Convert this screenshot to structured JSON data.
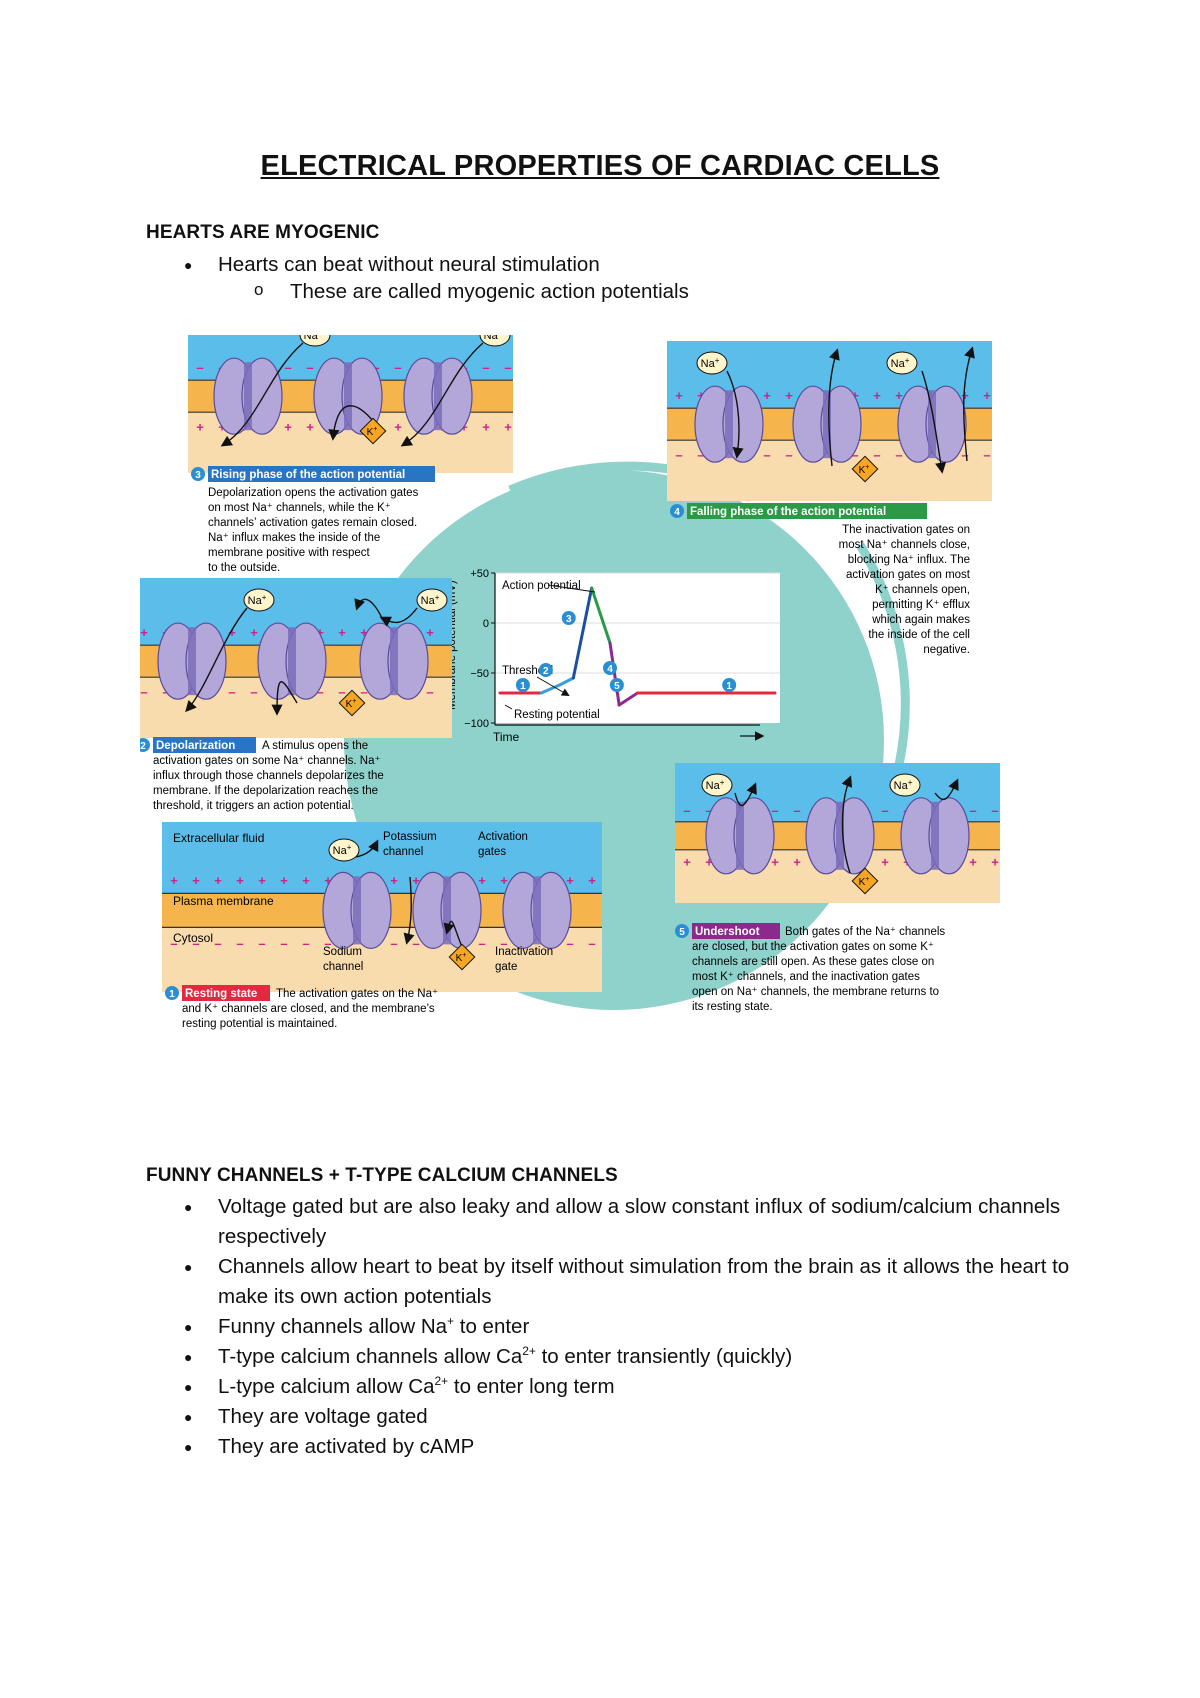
{
  "title": "ELECTRICAL PROPERTIES OF CARDIAC CELLS",
  "section1": {
    "heading": "HEARTS ARE MYOGENIC",
    "bullet": "Hearts can beat without neural stimulation",
    "sub_marker": "o",
    "sub_bullet": "These are called myogenic action potentials"
  },
  "figure": {
    "chart_data": {
      "type": "line",
      "xlabel": "Time",
      "ylabel": "Membrane potential (mV)",
      "ylim": [
        -100,
        50
      ],
      "yticks": [
        "+50",
        "0",
        "−50",
        "−100"
      ],
      "annotations": [
        "Action potential",
        "Threshold",
        "Resting potential"
      ],
      "series": [
        {
          "values": [
            [
              0,
              -70
            ],
            [
              0.9,
              -70
            ],
            [
              1.3,
              -62
            ],
            [
              1.6,
              -55
            ],
            [
              2.0,
              35
            ],
            [
              2.4,
              -20
            ],
            [
              2.6,
              -82
            ],
            [
              3.0,
              -70
            ],
            [
              6.0,
              -70
            ]
          ]
        }
      ]
    },
    "ion_labels": {
      "na": "Na",
      "k": "K",
      "plus": "+"
    },
    "panel1": {
      "number": "1",
      "heading": "Resting state",
      "desc": [
        "The activation gates on the Na⁺",
        "and K⁺ channels are closed, and the membrane’s",
        "resting potential is maintained."
      ],
      "labels": {
        "extracellular": "Extracellular fluid",
        "plasma": "Plasma membrane",
        "cytosol": "Cytosol",
        "potassium": [
          "Potassium",
          "channel"
        ],
        "activation": [
          "Activation",
          "gates"
        ],
        "sodium": [
          "Sodium",
          "channel"
        ],
        "inactivation": [
          "Inactivation",
          "gate"
        ]
      }
    },
    "panel2": {
      "number": "2",
      "heading": "Depolarization",
      "desc": [
        "A stimulus opens the",
        "activation gates on some Na⁺ channels. Na⁺",
        "influx through those channels depolarizes the",
        "membrane. If the depolarization reaches the",
        "threshold, it triggers an action potential."
      ]
    },
    "panel3": {
      "number": "3",
      "heading": "Rising phase of the action potential",
      "desc": [
        "Depolarization opens the activation gates",
        "on most Na⁺ channels, while the K⁺",
        "channels’ activation gates remain closed.",
        "Na⁺ influx makes the inside of the",
        "membrane positive with respect",
        "to the outside."
      ]
    },
    "panel4": {
      "number": "4",
      "heading": "Falling phase of the action potential",
      "desc": [
        "The inactivation gates on",
        "most Na⁺ channels close,",
        "blocking Na⁺ influx. The",
        "activation gates on most",
        "K⁺ channels open,",
        "permitting K⁺ efflux",
        "which again makes",
        "the inside of the cell",
        "negative."
      ]
    },
    "panel5": {
      "number": "5",
      "heading": "Undershoot",
      "desc": [
        "Both gates of the Na⁺ channels",
        "are closed, but the activation gates on some K⁺",
        "channels are still open. As these gates close on",
        "most K⁺ channels, and the inactivation gates",
        "open on Na⁺ channels, the membrane returns to",
        "its resting state."
      ]
    },
    "colors": {
      "extracellular": "#5bbdea",
      "membrane": "#f6b44d",
      "cytosol": "#f9dcae",
      "channel": "#b3a7da",
      "cycle": "#8fd2cc",
      "resting_line": "#e2293f",
      "depol_line": "#3b9cd8",
      "rising_line": "#1c4fa3",
      "falling_line": "#2a9a47",
      "undershoot_line": "#8c2a8c",
      "badge": "#2a8fd2",
      "heading_red": "#e2293f",
      "heading_blue": "#2a74c4",
      "heading_green": "#2a9a47",
      "heading_purple": "#8c2a8c"
    }
  },
  "section2": {
    "heading": "FUNNY CHANNELS + T-TYPE CALCIUM CHANNELS",
    "bullets": [
      {
        "text": "Voltage gated but are also leaky and allow a slow constant influx of sodium/calcium channels respectively"
      },
      {
        "text": "Channels allow heart to beat by itself without simulation from the brain as it allows the heart to make its own action potentials"
      },
      {
        "pre": "Funny channels allow Na",
        "sup": "+",
        "post": " to enter"
      },
      {
        "pre": "T-type calcium channels allow Ca",
        "sup": "2+",
        "post": " to enter transiently (quickly)"
      },
      {
        "pre": "L-type calcium allow Ca",
        "sup": "2+",
        "post": " to enter long term"
      },
      {
        "text": "They are voltage gated"
      },
      {
        "text": "They are activated by cAMP"
      }
    ],
    "bullet_marker": "●"
  }
}
